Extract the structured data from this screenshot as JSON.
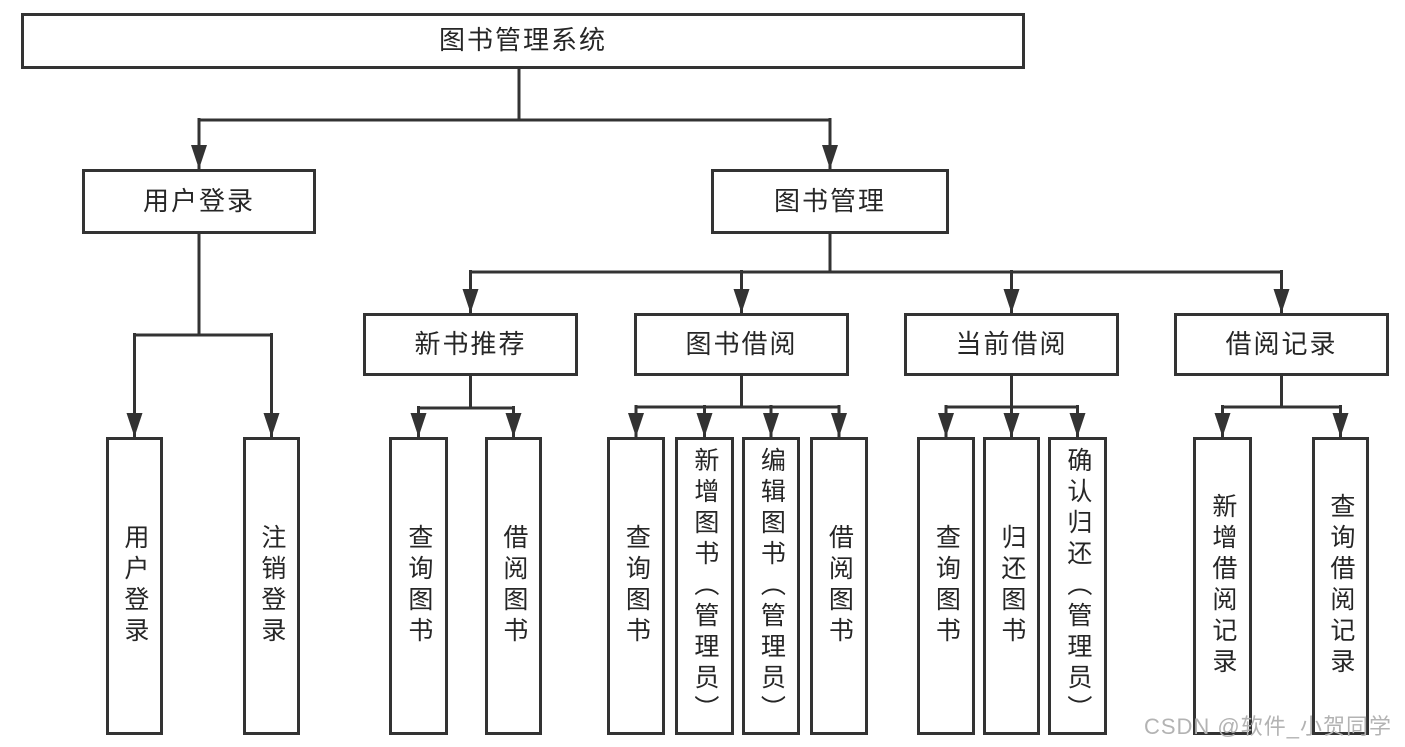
{
  "diagram": {
    "root": {
      "label": "图书管理系统"
    },
    "level2": [
      {
        "label": "用户登录"
      },
      {
        "label": "图书管理"
      }
    ],
    "level3": [
      {
        "label": "新书推荐"
      },
      {
        "label": "图书借阅"
      },
      {
        "label": "当前借阅"
      },
      {
        "label": "借阅记录"
      }
    ],
    "leaves": {
      "user_login": [
        {
          "label": "用户登录"
        },
        {
          "label": "注销登录"
        }
      ],
      "new_books": [
        {
          "label": "查询图书"
        },
        {
          "label": "借阅图书"
        }
      ],
      "borrowing": [
        {
          "label": "查询图书"
        },
        {
          "label": "新增图书（管理员）"
        },
        {
          "label": "编辑图书（管理员）"
        },
        {
          "label": "借阅图书"
        }
      ],
      "current": [
        {
          "label": "查询图书"
        },
        {
          "label": "归还图书"
        },
        {
          "label": "确认归还（管理员）"
        }
      ],
      "records": [
        {
          "label": "新增借阅记录"
        },
        {
          "label": "查询借阅记录"
        }
      ]
    }
  },
  "watermark": {
    "text": "CSDN @软件_小贺同学"
  },
  "colors": {
    "line": "#333333",
    "box_border": "#333333",
    "text": "#262626",
    "watermark": "#b3b3b3",
    "background": "#ffffff"
  }
}
